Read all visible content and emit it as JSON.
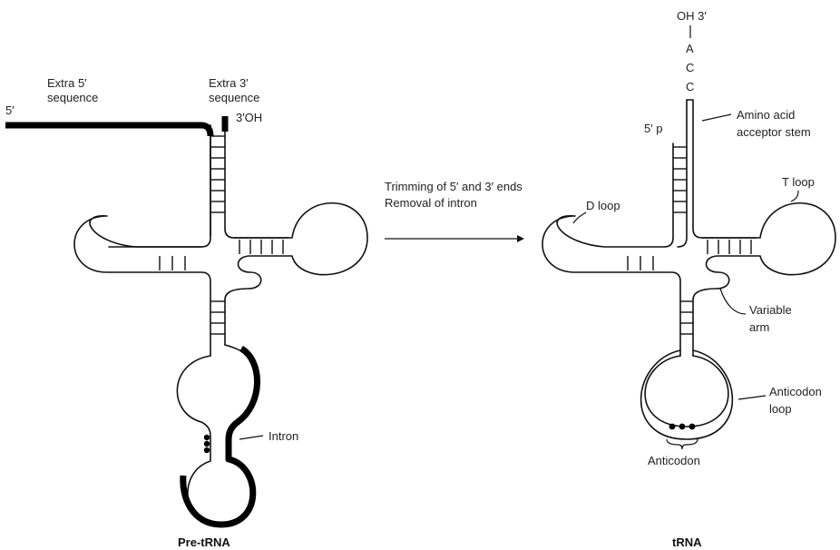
{
  "pre_trna": {
    "extra5_label_line1": "Extra 5′",
    "extra5_label_line2": "sequence",
    "extra3_label_line1": "Extra 3′",
    "extra3_label_line2": "sequence",
    "end5_label": "5′",
    "end3_label": "3′OH",
    "intron_label": "Intron",
    "caption": "Pre-tRNA"
  },
  "process": {
    "line1": "Trimming of 5′ and 3′ ends",
    "line2": "Removal of intron"
  },
  "trna": {
    "oh3_label": "OH  3′",
    "acc_bases": [
      "A",
      "C",
      "C"
    ],
    "end5p_label": "5′  p",
    "acceptor_line1": "Amino acid",
    "acceptor_line2": "acceptor stem",
    "t_loop_label": "T loop",
    "d_loop_label": "D loop",
    "variable_line1": "Variable",
    "variable_line2": "arm",
    "anticodon_loop_line1": "Anticodon",
    "anticodon_loop_line2": "loop",
    "anticodon_label": "Anticodon",
    "caption": "tRNA"
  },
  "colors": {
    "strand": "#111111",
    "background": "#ffffff"
  }
}
